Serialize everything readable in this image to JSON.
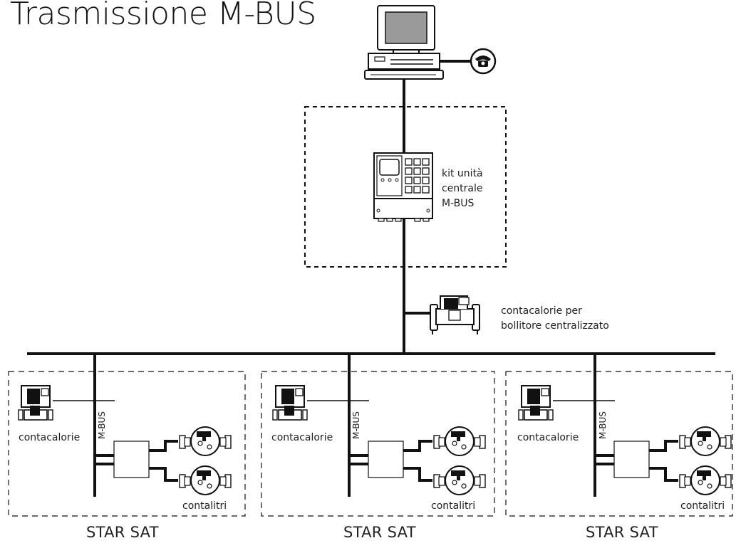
{
  "title": "Trasmissione M-BUS",
  "kit_label": [
    "kit unità",
    "centrale",
    "M-BUS"
  ],
  "bollitore_label": [
    "contacalorie per",
    "bollitore centralizzato"
  ],
  "sat_units": [
    {
      "name": "STAR SAT",
      "bus_label": "M-BUS",
      "heat_meter_label": "contacalorie",
      "water_meter_label": "contalitri"
    },
    {
      "name": "STAR SAT",
      "bus_label": "M-BUS",
      "heat_meter_label": "contacalorie",
      "water_meter_label": "contalitri"
    },
    {
      "name": "STAR SAT",
      "bus_label": "M-BUS",
      "heat_meter_label": "contacalorie",
      "water_meter_label": "contalitri"
    }
  ]
}
